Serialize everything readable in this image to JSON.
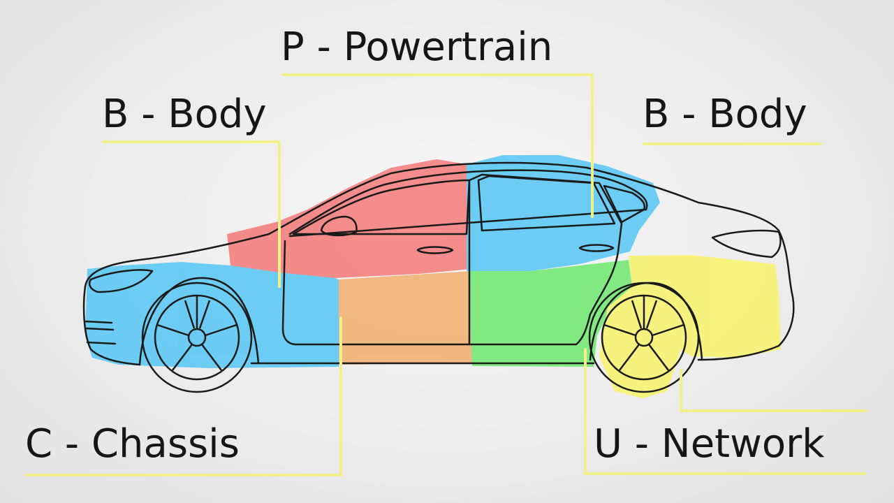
{
  "labels": {
    "powertrain": "P - Powertrain",
    "body_left": "B - Body",
    "body_right": "B - Body",
    "chassis": "C - Chassis",
    "network": "U - Network"
  },
  "colors": {
    "body": "#55c6f5",
    "powertrain": "#f47a7a",
    "chassis": "#f2ae6e",
    "network_green": "#6fe86f",
    "network_yellow": "#f7f36a",
    "leader_line": "#f2f08a",
    "outline": "#1a1a1a"
  }
}
